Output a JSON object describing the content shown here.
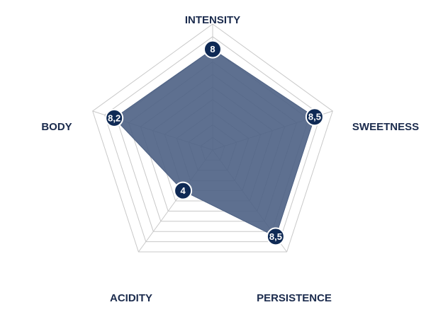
{
  "chart_data": {
    "type": "radar",
    "categories": [
      "INTENSITY",
      "SWEETNESS",
      "PERSISTENCE",
      "ACIDITY",
      "BODY"
    ],
    "values": [
      8,
      8.5,
      8.5,
      4,
      8.2
    ],
    "value_labels": [
      "8",
      "8,5",
      "8,5",
      "4",
      "8,2"
    ],
    "rlim": [
      0,
      10
    ],
    "grid_levels": 10,
    "grid": true,
    "legend": "none",
    "colors": {
      "fill": "#4d6184",
      "marker": "#0f2a55",
      "grid": "#c8c8c8",
      "label": "#1b2b4d"
    }
  }
}
